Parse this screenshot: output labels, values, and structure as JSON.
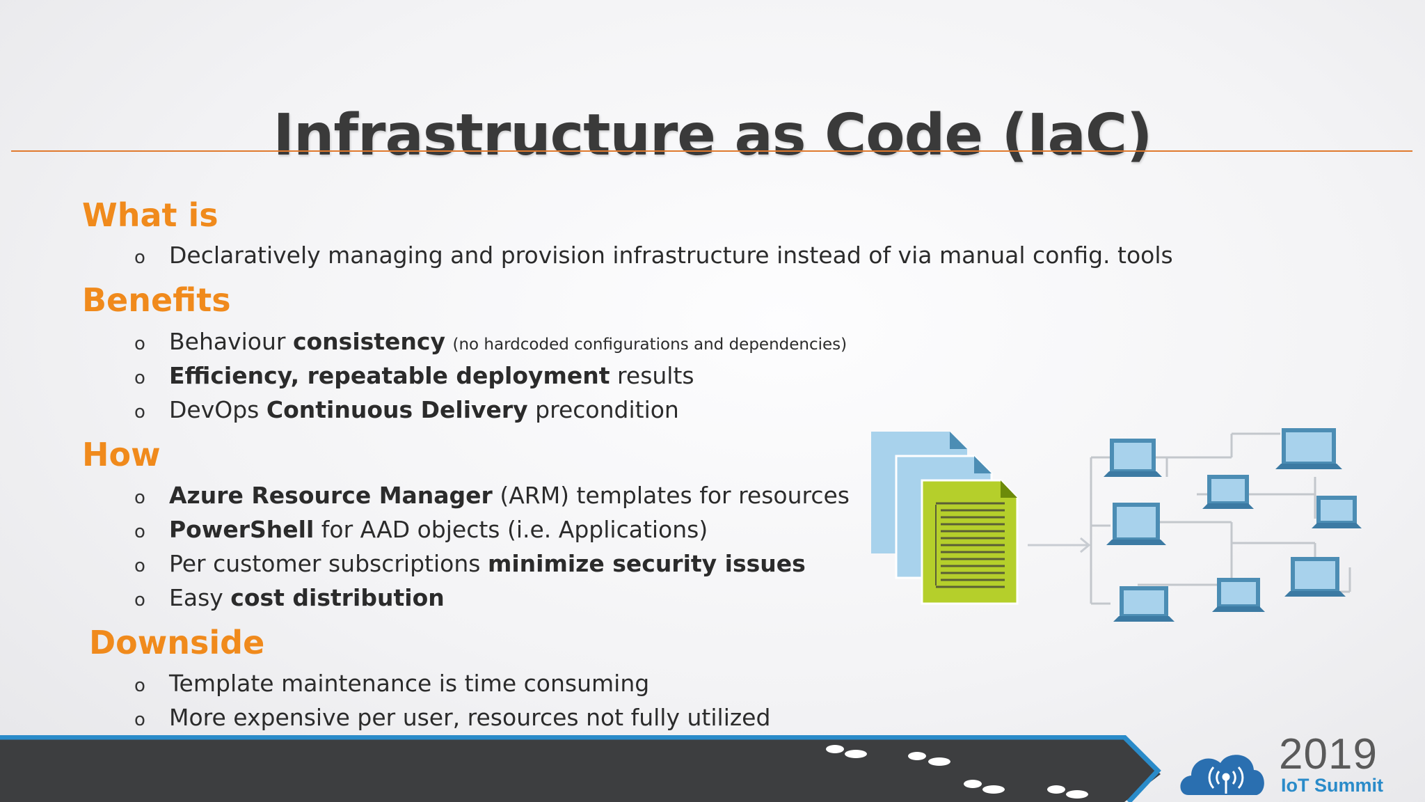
{
  "slide": {
    "title": "Infrastructure as Code (IaC)"
  },
  "sections": [
    {
      "heading": "What is",
      "items": [
        {
          "parts": [
            {
              "t": "Declaratively managing and provision infrastructure instead of via manual config. tools"
            }
          ]
        }
      ]
    },
    {
      "heading": "Benefits",
      "items": [
        {
          "parts": [
            {
              "t": "Behaviour "
            },
            {
              "t": "consistency",
              "b": true
            },
            {
              "t": " "
            },
            {
              "t": "(no hardcoded configurations and dependencies)",
              "s": true
            }
          ]
        },
        {
          "parts": [
            {
              "t": "Efficiency, repeatable deployment",
              "b": true
            },
            {
              "t": " results"
            }
          ]
        },
        {
          "parts": [
            {
              "t": "DevOps "
            },
            {
              "t": "Continuous Delivery",
              "b": true
            },
            {
              "t": " precondition"
            }
          ]
        }
      ]
    },
    {
      "heading": "How",
      "items": [
        {
          "parts": [
            {
              "t": "Azure Resource Manager",
              "b": true
            },
            {
              "t": " (ARM) templates for resources"
            }
          ]
        },
        {
          "parts": [
            {
              "t": "PowerShell",
              "b": true
            },
            {
              "t": " for AAD objects (i.e. Applications)"
            }
          ]
        },
        {
          "parts": [
            {
              "t": "Per customer subscriptions "
            },
            {
              "t": "minimize security issues",
              "b": true
            }
          ]
        },
        {
          "parts": [
            {
              "t": "Easy "
            },
            {
              "t": "cost distribution",
              "b": true
            }
          ]
        }
      ]
    },
    {
      "heading": "Downside",
      "items": [
        {
          "parts": [
            {
              "t": "Template maintenance is time consuming"
            }
          ]
        },
        {
          "parts": [
            {
              "t": "More expensive per user, resources not fully utilized"
            }
          ]
        }
      ]
    }
  ],
  "bullet_marker": "o",
  "logo": {
    "year": "2019",
    "name": "IoT Summit"
  },
  "colors": {
    "heading": "#f08a1c",
    "rule": "#e07a2e",
    "footer_dark": "#3d3e40",
    "footer_blue": "#2a8bc9",
    "doc_blue": "#9fcbe6",
    "doc_green": "#b5cf2b",
    "computer": "#4c8db4"
  },
  "illustration": {
    "icon": "templates-to-network-icon"
  }
}
